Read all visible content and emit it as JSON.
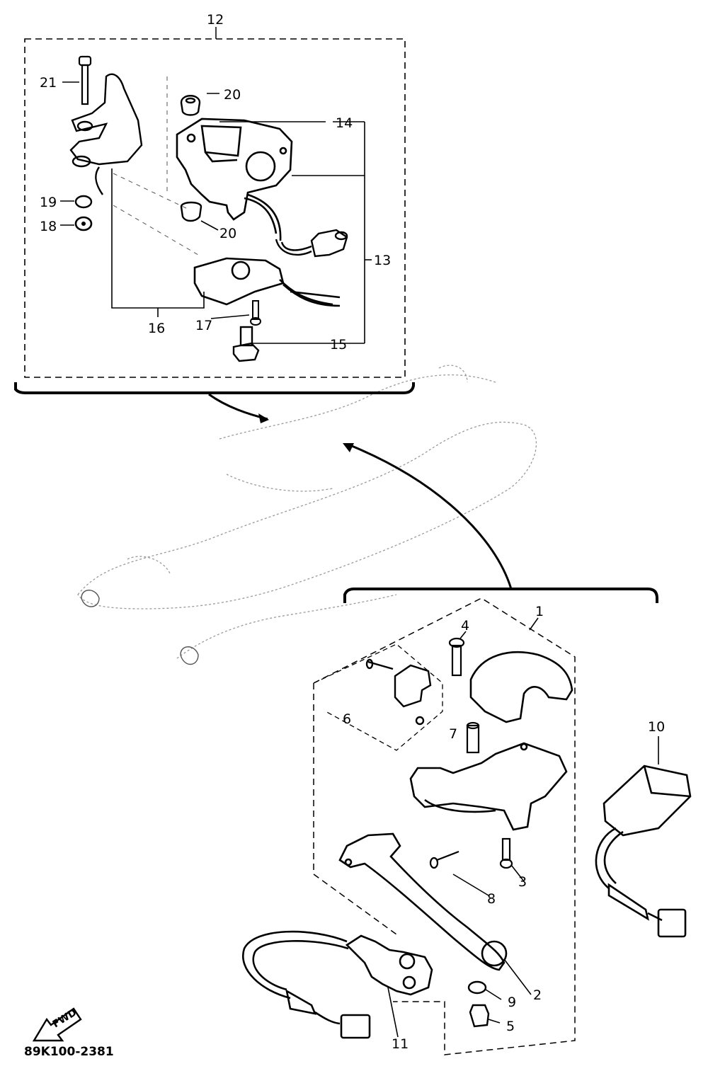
{
  "diagram": {
    "code": "89K100-2381",
    "forward_mark": "FWD",
    "callouts": {
      "c1": "1",
      "c2": "2",
      "c3": "3",
      "c4": "4",
      "c5": "5",
      "c6": "6",
      "c7": "7",
      "c8": "8",
      "c9": "9",
      "c10": "10",
      "c11": "11",
      "c12": "12",
      "c13": "13",
      "c14": "14",
      "c15": "15",
      "c16": "16",
      "c17": "17",
      "c18": "18",
      "c19": "19",
      "c20a": "20",
      "c20b": "20",
      "c21": "21"
    }
  }
}
